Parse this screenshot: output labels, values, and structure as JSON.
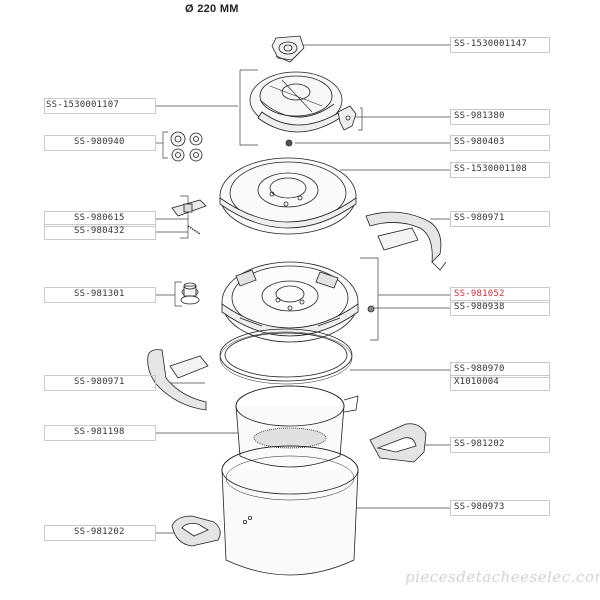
{
  "diagram": {
    "title": "Ø 220 MM",
    "labels": {
      "p1530001147": "SS-1530001147",
      "p1530001107": "SS-1530001107",
      "p981380": "SS-981380",
      "p980940": "SS-980940",
      "p980403": "SS-980403",
      "p1530001108": "SS-1530001108",
      "p980615": "SS-980615",
      "p980432": "SS-980432",
      "p980971_right": "SS-980971",
      "p981301": "SS-981301",
      "p981052": "SS-981052",
      "p980938": "SS-980938",
      "p980971_left": "SS-980971",
      "p980970": "SS-980970",
      "x1010004": "X1010004",
      "p981198": "SS-981198",
      "p981202_right": "SS-981202",
      "p980973": "SS-980973",
      "p981202_left": "SS-981202"
    },
    "highlight_color": "#c8323c",
    "watermark": "piecesdetacheeselec.com"
  }
}
